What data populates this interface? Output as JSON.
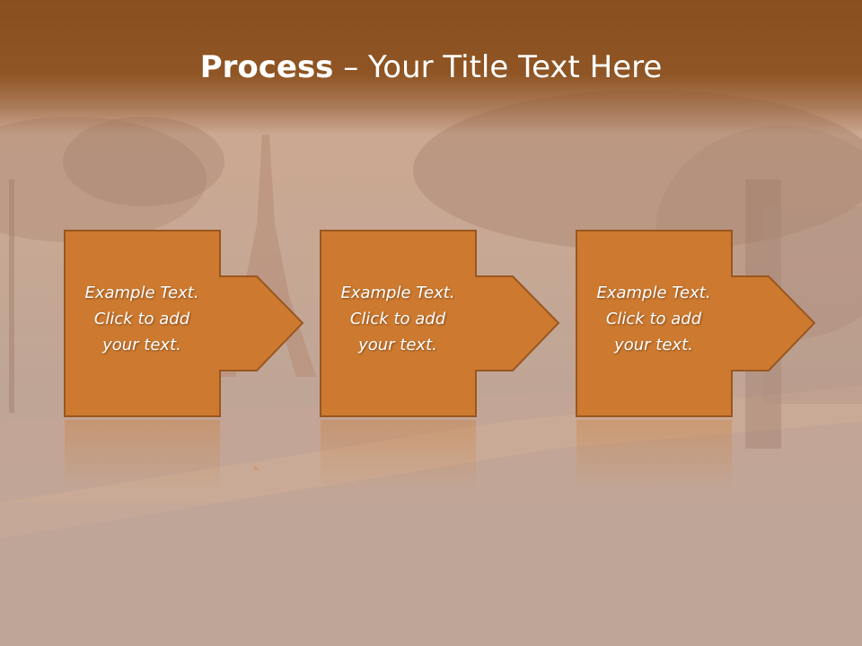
{
  "slide": {
    "title_bold": "Process",
    "title_rest": " – Your Title Text Here"
  },
  "steps": [
    {
      "lines": [
        "Example Text.",
        "Click  to add",
        "your text."
      ]
    },
    {
      "lines": [
        "Example Text.",
        "Click  to add",
        "your text."
      ]
    },
    {
      "lines": [
        "Example Text.",
        "Click  to add",
        "your text."
      ]
    }
  ],
  "colors": {
    "header": "#8f5524",
    "box_fill": "#cd7a30",
    "box_border": "#9a5620",
    "text": "#ffffff"
  }
}
